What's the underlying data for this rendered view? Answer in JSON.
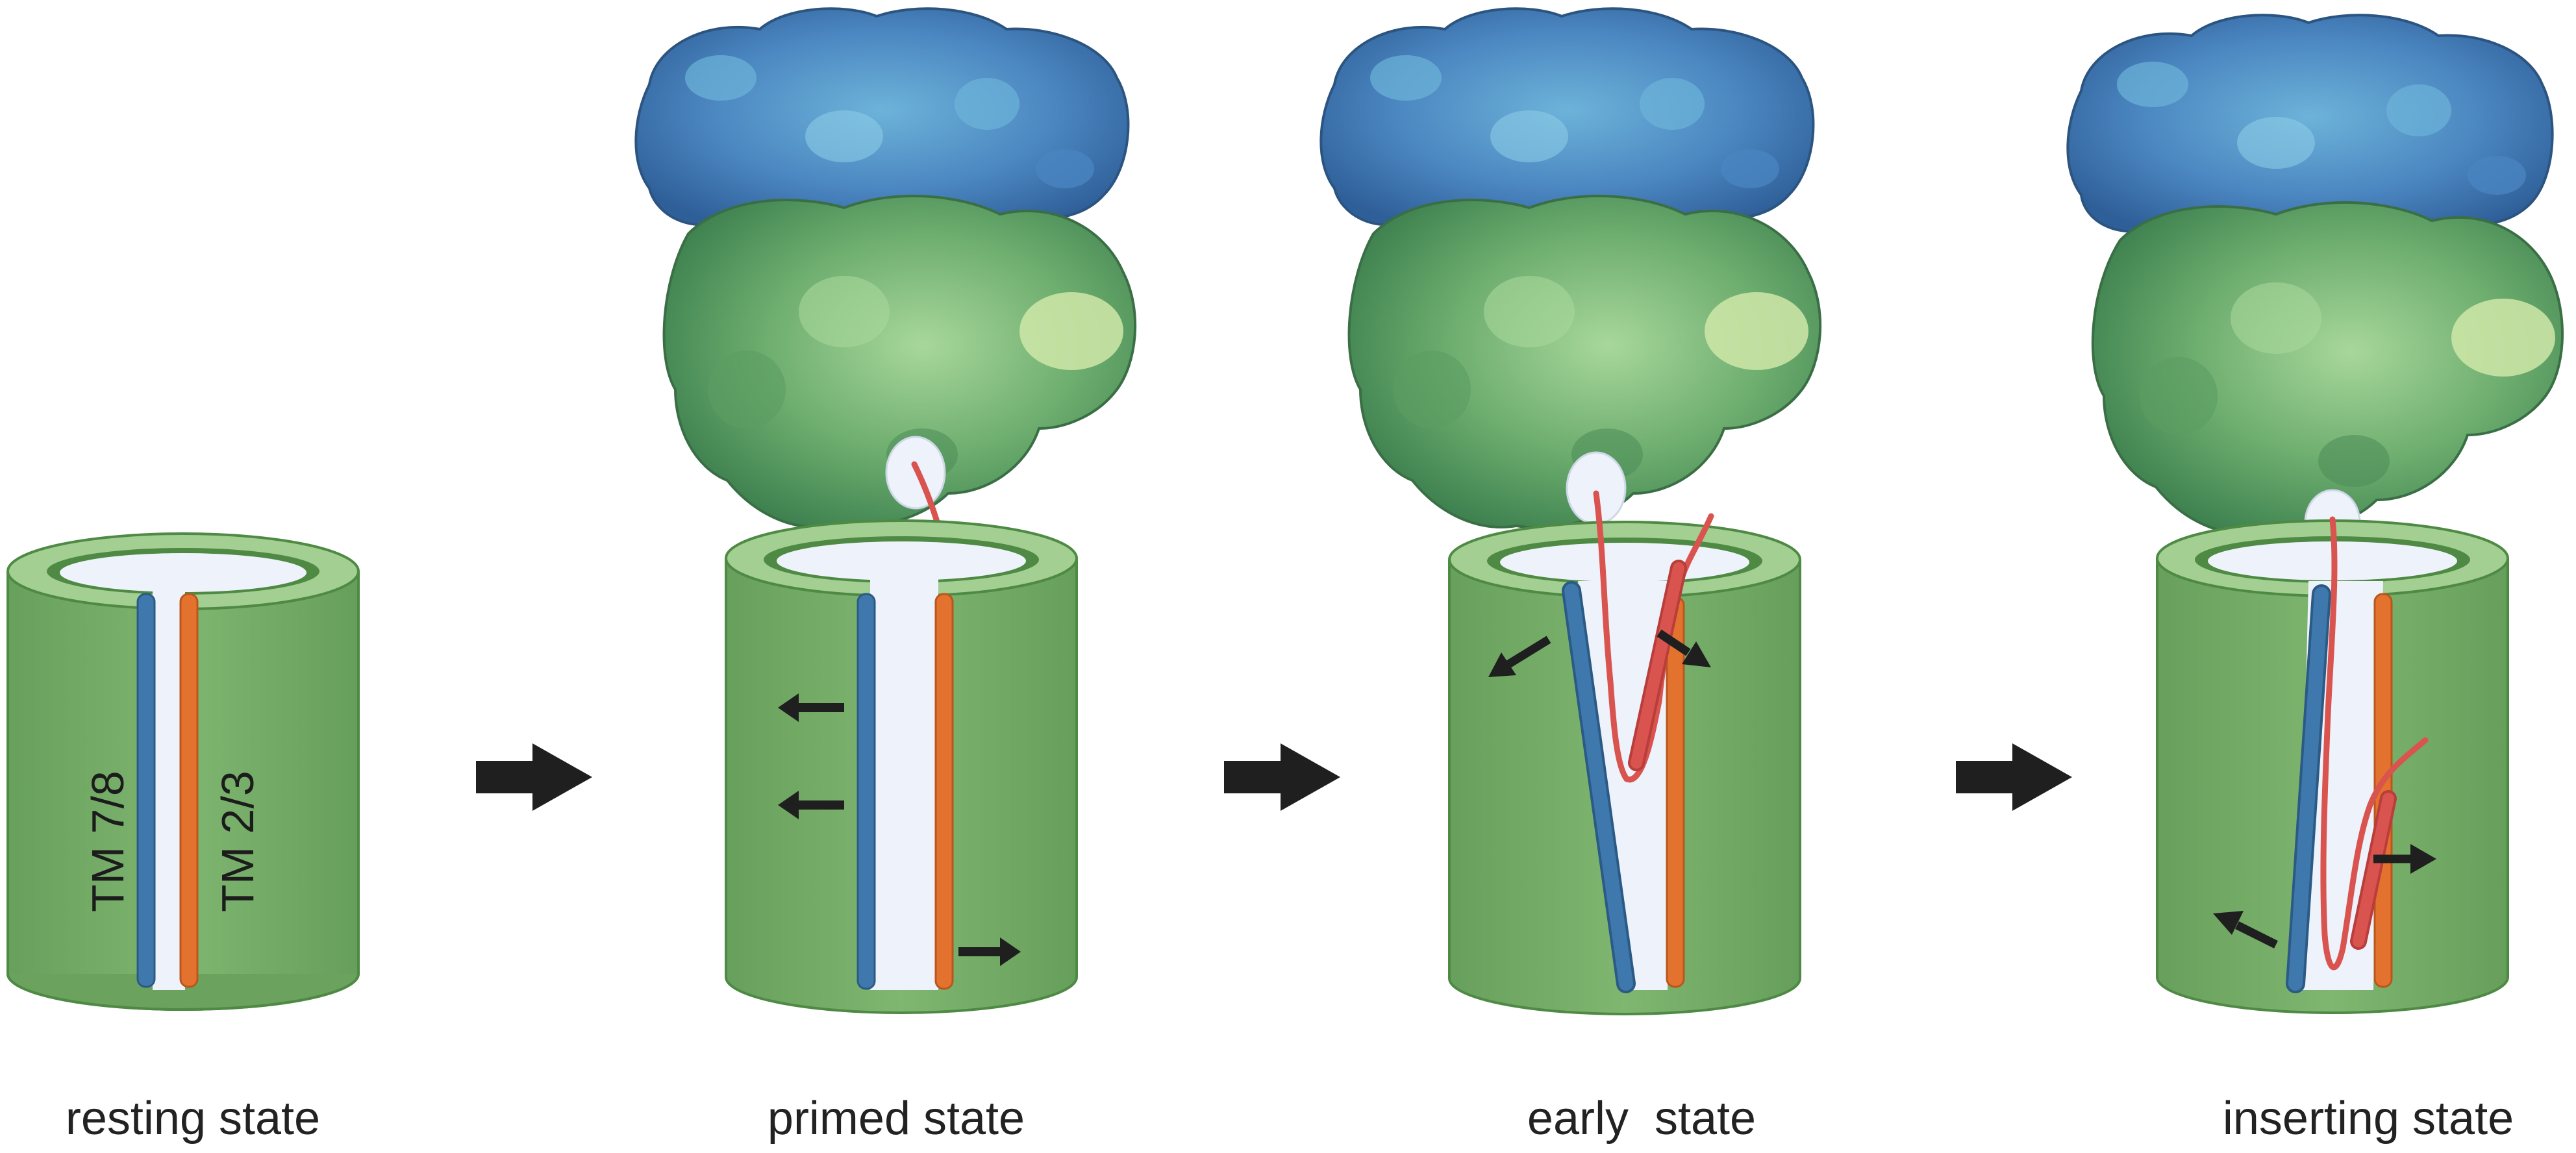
{
  "labels": {
    "tm_left": "TM 7/8",
    "tm_right": "TM 2/3"
  },
  "states": [
    {
      "caption": "resting state",
      "complex": false
    },
    {
      "caption": "primed state",
      "complex": true
    },
    {
      "caption": "early  state",
      "complex": true
    },
    {
      "caption": "inserting state",
      "complex": true
    }
  ],
  "colors": {
    "cylinder_body": "#78b06a",
    "cylinder_top": "#a3cf92",
    "cylinder_outline": "#4e8a44",
    "channel": "#eef2fa",
    "helix_blue": "#3f78ad",
    "helix_orange": "#e2722e",
    "nascent_chain": "#d9534f",
    "arrow": "#1f1f1f",
    "ribosome_large": "#4f86c2",
    "ribosome_small": "#6fae73"
  }
}
